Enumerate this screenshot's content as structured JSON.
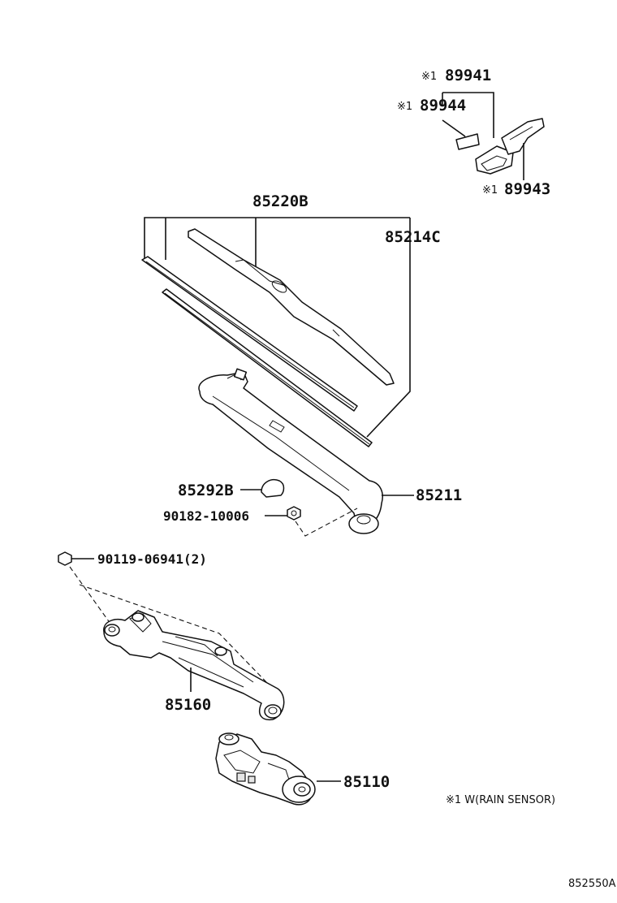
{
  "labels": {
    "p89941": "89941",
    "p89944": "89944",
    "p89943": "89943",
    "p85220b": "85220B",
    "p85214c": "85214C",
    "p85292b": "85292B",
    "p90182": "90182-10006",
    "p85211": "85211",
    "p90119": "90119-06941(2)",
    "p85160": "85160",
    "p85110": "85110"
  },
  "marker": "※1",
  "note": "※1 W(RAIN SENSOR)",
  "diagram_code": "852550A"
}
